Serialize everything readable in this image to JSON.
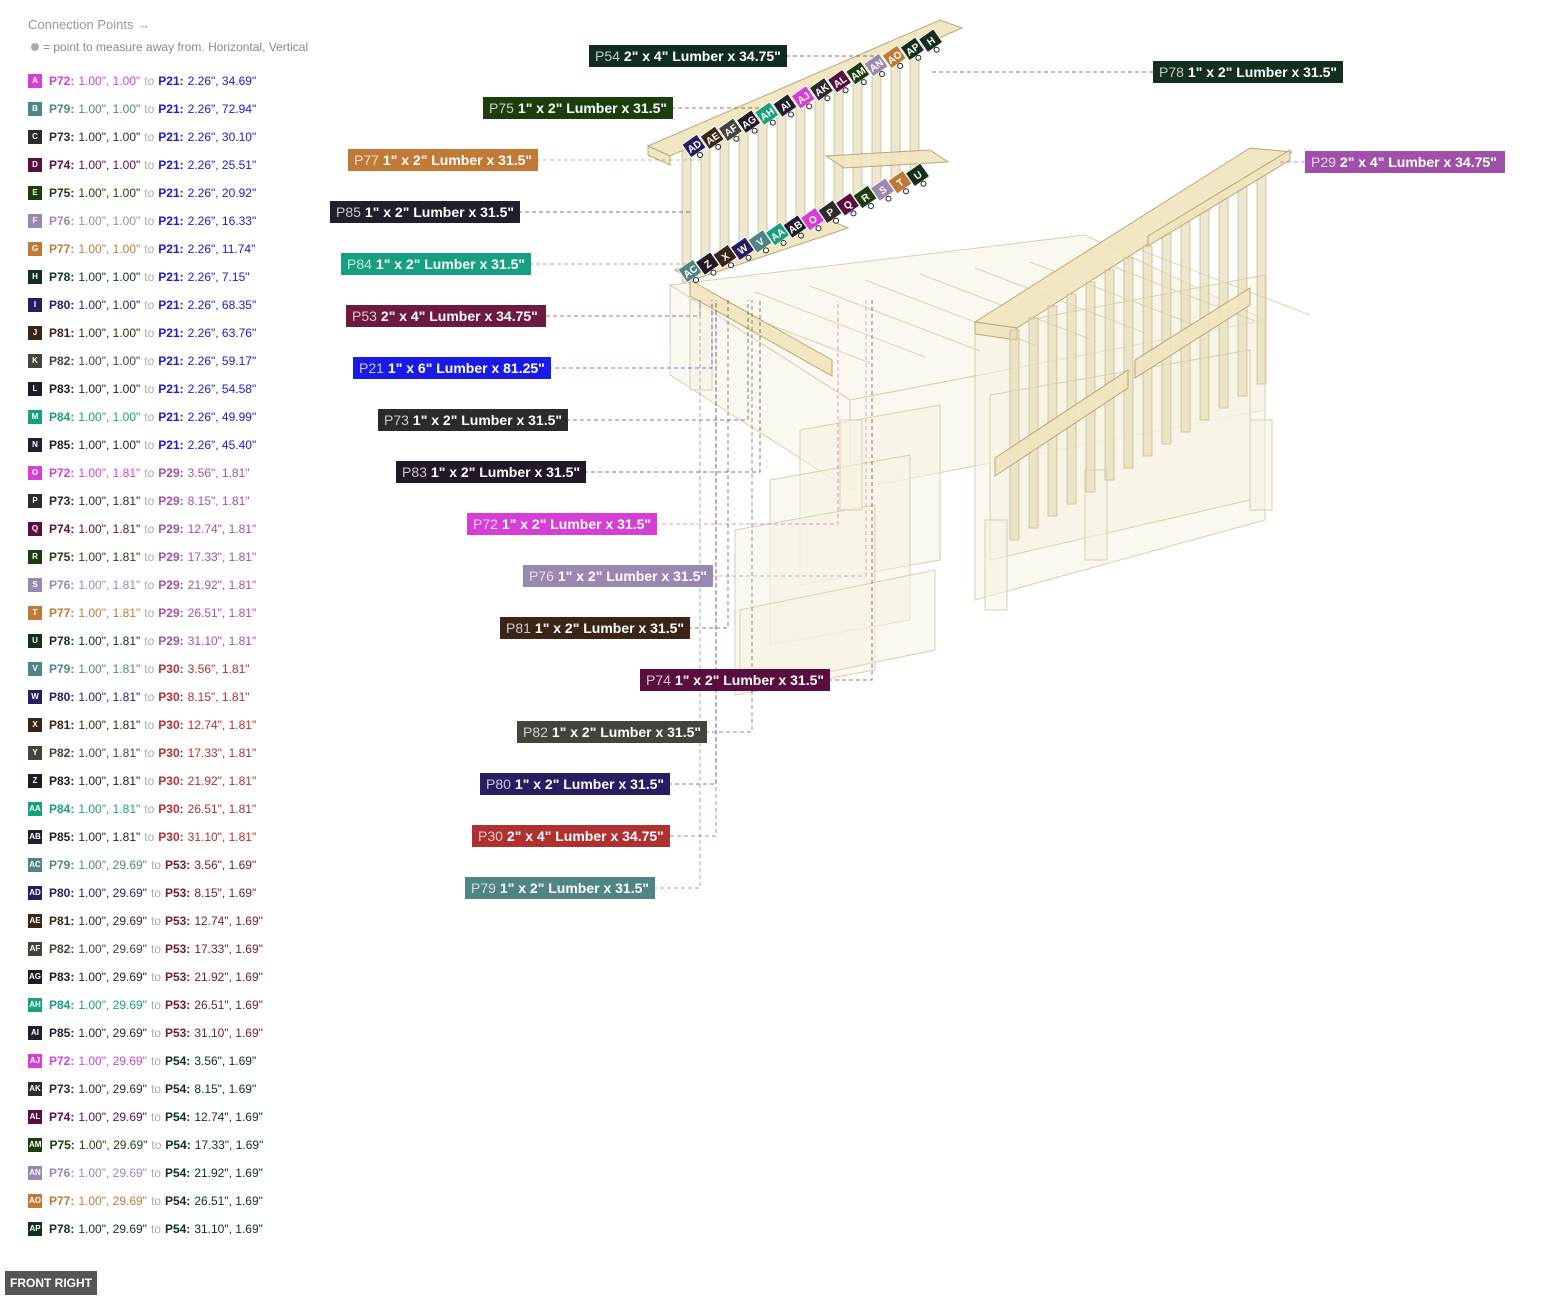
{
  "legend": {
    "title": "Connection Points →",
    "note": "= point to measure away from. Horizontal, Vertical",
    "rows": [
      {
        "code": "A",
        "a": "P72:",
        "a_val": "1.00\", 1.00\"",
        "to": "to",
        "b": "P21:",
        "b_val": "2.26\", 34.69\"",
        "ac": "#d63fd6",
        "bc": "#1a1acc"
      },
      {
        "code": "B",
        "a": "P79:",
        "a_val": "1.00\", 1.00\"",
        "to": "to",
        "b": "P21:",
        "b_val": "2.26\", 72.94\"",
        "ac": "#4f8585",
        "bc": "#1a1acc"
      },
      {
        "code": "C",
        "a": "P73:",
        "a_val": "1.00\", 1.00\"",
        "to": "to",
        "b": "P21:",
        "b_val": "2.26\", 30.10\"",
        "ac": "#2b2b2b",
        "bc": "#1a1acc"
      },
      {
        "code": "D",
        "a": "P74:",
        "a_val": "1.00\", 1.00\"",
        "to": "to",
        "b": "P21:",
        "b_val": "2.26\", 25.51\"",
        "ac": "#5a0d3f",
        "bc": "#1a1acc"
      },
      {
        "code": "E",
        "a": "P75:",
        "a_val": "1.00\", 1.00\"",
        "to": "to",
        "b": "P21:",
        "b_val": "2.26\", 20.92\"",
        "ac": "#1c3d0c",
        "bc": "#1a1acc"
      },
      {
        "code": "F",
        "a": "P76:",
        "a_val": "1.00\", 1.00\"",
        "to": "to",
        "b": "P21:",
        "b_val": "2.26\", 16.33\"",
        "ac": "#9a88b2",
        "bc": "#1a1acc"
      },
      {
        "code": "G",
        "a": "P77:",
        "a_val": "1.00\", 1.00\"",
        "to": "to",
        "b": "P21:",
        "b_val": "2.26\", 11.74\"",
        "ac": "#c07a35",
        "bc": "#1a1acc"
      },
      {
        "code": "H",
        "a": "P78:",
        "a_val": "1.00\", 1.00\"",
        "to": "to",
        "b": "P21:",
        "b_val": "2.26\", 7.15\"",
        "ac": "#12301c",
        "bc": "#1a1acc"
      },
      {
        "code": "I",
        "a": "P80:",
        "a_val": "1.00\", 1.00\"",
        "to": "to",
        "b": "P21:",
        "b_val": "2.26\", 68.35\"",
        "ac": "#2a1b62",
        "bc": "#1a1acc"
      },
      {
        "code": "J",
        "a": "P81:",
        "a_val": "1.00\", 1.00\"",
        "to": "to",
        "b": "P21:",
        "b_val": "2.26\", 63.76\"",
        "ac": "#3a2516",
        "bc": "#1a1acc"
      },
      {
        "code": "K",
        "a": "P82:",
        "a_val": "1.00\", 1.00\"",
        "to": "to",
        "b": "P21:",
        "b_val": "2.26\", 59.17\"",
        "ac": "#44443a",
        "bc": "#1a1acc"
      },
      {
        "code": "L",
        "a": "P83:",
        "a_val": "1.00\", 1.00\"",
        "to": "to",
        "b": "P21:",
        "b_val": "2.26\", 54.58\"",
        "ac": "#221827",
        "bc": "#1a1acc"
      },
      {
        "code": "M",
        "a": "P84:",
        "a_val": "1.00\", 1.00\"",
        "to": "to",
        "b": "P21:",
        "b_val": "2.26\", 49.99\"",
        "ac": "#16a07e",
        "bc": "#1a1acc"
      },
      {
        "code": "N",
        "a": "P85:",
        "a_val": "1.00\", 1.00\"",
        "to": "to",
        "b": "P21:",
        "b_val": "2.26\", 45.40\"",
        "ac": "#1f1f2e",
        "bc": "#1a1acc"
      },
      {
        "code": "O",
        "a": "P72:",
        "a_val": "1.00\", 1.81\"",
        "to": "to",
        "b": "P29:",
        "b_val": "3.56\", 1.81\"",
        "ac": "#d63fd6",
        "bc": "#a050a8"
      },
      {
        "code": "P",
        "a": "P73:",
        "a_val": "1.00\", 1.81\"",
        "to": "to",
        "b": "P29:",
        "b_val": "8.15\", 1.81\"",
        "ac": "#2b2b2b",
        "bc": "#a050a8"
      },
      {
        "code": "Q",
        "a": "P74:",
        "a_val": "1.00\", 1.81\"",
        "to": "to",
        "b": "P29:",
        "b_val": "12.74\", 1.81\"",
        "ac": "#5a0d3f",
        "bc": "#a050a8"
      },
      {
        "code": "R",
        "a": "P75:",
        "a_val": "1.00\", 1.81\"",
        "to": "to",
        "b": "P29:",
        "b_val": "17.33\", 1.81\"",
        "ac": "#1c3d0c",
        "bc": "#a050a8"
      },
      {
        "code": "S",
        "a": "P76:",
        "a_val": "1.00\", 1.81\"",
        "to": "to",
        "b": "P29:",
        "b_val": "21.92\", 1.81\"",
        "ac": "#9a88b2",
        "bc": "#a050a8"
      },
      {
        "code": "T",
        "a": "P77:",
        "a_val": "1.00\", 1.81\"",
        "to": "to",
        "b": "P29:",
        "b_val": "26.51\", 1.81\"",
        "ac": "#c07a35",
        "bc": "#a050a8"
      },
      {
        "code": "U",
        "a": "P78:",
        "a_val": "1.00\", 1.81\"",
        "to": "to",
        "b": "P29:",
        "b_val": "31.10\", 1.81\"",
        "ac": "#12301c",
        "bc": "#a050a8"
      },
      {
        "code": "V",
        "a": "P79:",
        "a_val": "1.00\", 1.81\"",
        "to": "to",
        "b": "P30:",
        "b_val": "3.56\", 1.81\"",
        "ac": "#4f8585",
        "bc": "#b03030"
      },
      {
        "code": "W",
        "a": "P80:",
        "a_val": "1.00\", 1.81\"",
        "to": "to",
        "b": "P30:",
        "b_val": "8.15\", 1.81\"",
        "ac": "#2a1b62",
        "bc": "#b03030"
      },
      {
        "code": "X",
        "a": "P81:",
        "a_val": "1.00\", 1.81\"",
        "to": "to",
        "b": "P30:",
        "b_val": "12.74\", 1.81\"",
        "ac": "#3a2516",
        "bc": "#b03030"
      },
      {
        "code": "Y",
        "a": "P82:",
        "a_val": "1.00\", 1.81\"",
        "to": "to",
        "b": "P30:",
        "b_val": "17.33\", 1.81\"",
        "ac": "#44443a",
        "bc": "#b03030"
      },
      {
        "code": "Z",
        "a": "P83:",
        "a_val": "1.00\", 1.81\"",
        "to": "to",
        "b": "P30:",
        "b_val": "21.92\", 1.81\"",
        "ac": "#221827",
        "bc": "#b03030"
      },
      {
        "code": "AA",
        "a": "P84:",
        "a_val": "1.00\", 1.81\"",
        "to": "to",
        "b": "P30:",
        "b_val": "26.51\", 1.81\"",
        "ac": "#16a07e",
        "bc": "#b03030"
      },
      {
        "code": "AB",
        "a": "P85:",
        "a_val": "1.00\", 1.81\"",
        "to": "to",
        "b": "P30:",
        "b_val": "31.10\", 1.81\"",
        "ac": "#1f1f2e",
        "bc": "#b03030"
      },
      {
        "code": "AC",
        "a": "P79:",
        "a_val": "1.00\", 29.69\"",
        "to": "to",
        "b": "P53:",
        "b_val": "3.56\", 1.69\"",
        "ac": "#4f8585",
        "bc": "#6e1a3c"
      },
      {
        "code": "AD",
        "a": "P80:",
        "a_val": "1.00\", 29.69\"",
        "to": "to",
        "b": "P53:",
        "b_val": "8.15\", 1.69\"",
        "ac": "#2a1b62",
        "bc": "#6e1a3c"
      },
      {
        "code": "AE",
        "a": "P81:",
        "a_val": "1.00\", 29.69\"",
        "to": "to",
        "b": "P53:",
        "b_val": "12.74\", 1.69\"",
        "ac": "#3a2516",
        "bc": "#6e1a3c"
      },
      {
        "code": "AF",
        "a": "P82:",
        "a_val": "1.00\", 29.69\"",
        "to": "to",
        "b": "P53:",
        "b_val": "17.33\", 1.69\"",
        "ac": "#44443a",
        "bc": "#6e1a3c"
      },
      {
        "code": "AG",
        "a": "P83:",
        "a_val": "1.00\", 29.69\"",
        "to": "to",
        "b": "P53:",
        "b_val": "21.92\", 1.69\"",
        "ac": "#221827",
        "bc": "#6e1a3c"
      },
      {
        "code": "AH",
        "a": "P84:",
        "a_val": "1.00\", 29.69\"",
        "to": "to",
        "b": "P53:",
        "b_val": "26.51\", 1.69\"",
        "ac": "#16a07e",
        "bc": "#6e1a3c"
      },
      {
        "code": "AI",
        "a": "P85:",
        "a_val": "1.00\", 29.69\"",
        "to": "to",
        "b": "P53:",
        "b_val": "31.10\", 1.69\"",
        "ac": "#1f1f2e",
        "bc": "#6e1a3c"
      },
      {
        "code": "AJ",
        "a": "P72:",
        "a_val": "1.00\", 29.69\"",
        "to": "to",
        "b": "P54:",
        "b_val": "3.56\", 1.69\"",
        "ac": "#d63fd6",
        "bc": "#0f2d1e"
      },
      {
        "code": "AK",
        "a": "P73:",
        "a_val": "1.00\", 29.69\"",
        "to": "to",
        "b": "P54:",
        "b_val": "8.15\", 1.69\"",
        "ac": "#2b2b2b",
        "bc": "#0f2d1e"
      },
      {
        "code": "AL",
        "a": "P74:",
        "a_val": "1.00\", 29.69\"",
        "to": "to",
        "b": "P54:",
        "b_val": "12.74\", 1.69\"",
        "ac": "#5a0d3f",
        "bc": "#0f2d1e"
      },
      {
        "code": "AM",
        "a": "P75:",
        "a_val": "1.00\", 29.69\"",
        "to": "to",
        "b": "P54:",
        "b_val": "17.33\", 1.69\"",
        "ac": "#1c3d0c",
        "bc": "#0f2d1e"
      },
      {
        "code": "AN",
        "a": "P76:",
        "a_val": "1.00\", 29.69\"",
        "to": "to",
        "b": "P54:",
        "b_val": "21.92\", 1.69\"",
        "ac": "#9a88b2",
        "bc": "#0f2d1e"
      },
      {
        "code": "AO",
        "a": "P77:",
        "a_val": "1.00\", 29.69\"",
        "to": "to",
        "b": "P54:",
        "b_val": "26.51\", 1.69\"",
        "ac": "#c07a35",
        "bc": "#0f2d1e"
      },
      {
        "code": "AP",
        "a": "P78:",
        "a_val": "1.00\", 29.69\"",
        "to": "to",
        "b": "P54:",
        "b_val": "31.10\", 1.69\"",
        "ac": "#12301c",
        "bc": "#0f2d1e"
      }
    ]
  },
  "view_label": "FRONT RIGHT",
  "callouts": [
    {
      "id": "P54",
      "text": "2\" x 4\" Lumber  x 34.75\"",
      "color": "#0f2d1e"
    },
    {
      "id": "P78",
      "text": "1\" x 2\" Lumber x 31.5\"",
      "color": "#12301c"
    },
    {
      "id": "P75",
      "text": "1\" x 2\" Lumber x 31.5\"",
      "color": "#1c3d0c"
    },
    {
      "id": "P77",
      "text": "1\" x 2\" Lumber x 31.5\"",
      "color": "#c07a35"
    },
    {
      "id": "P29",
      "text": "2\" x 4\" Lumber  x 34.75\"",
      "color": "#a050a8"
    },
    {
      "id": "P85",
      "text": "1\" x 2\" Lumber x 31.5\"",
      "color": "#1f1f2e"
    },
    {
      "id": "P84",
      "text": "1\" x 2\" Lumber x 31.5\"",
      "color": "#16a07e"
    },
    {
      "id": "P53",
      "text": "2\" x 4\" Lumber  x 34.75\"",
      "color": "#6e1a3c"
    },
    {
      "id": "P21",
      "text": "1\" x 6\" Lumber x 81.25\"",
      "color": "#1a1ae6"
    },
    {
      "id": "P73",
      "text": "1\" x 2\" Lumber x 31.5\"",
      "color": "#2b2b2b"
    },
    {
      "id": "P83",
      "text": "1\" x 2\" Lumber x 31.5\"",
      "color": "#221827"
    },
    {
      "id": "P72",
      "text": "1\" x 2\" Lumber x 31.5\"",
      "color": "#d63fd6"
    },
    {
      "id": "P76",
      "text": "1\" x 2\" Lumber x 31.5\"",
      "color": "#9a88b2"
    },
    {
      "id": "P81",
      "text": "1\" x 2\" Lumber x 31.5\"",
      "color": "#3a2516"
    },
    {
      "id": "P74",
      "text": "1\" x 2\" Lumber x 31.5\"",
      "color": "#5a0d3f"
    },
    {
      "id": "P82",
      "text": "1\" x 2\" Lumber x 31.5\"",
      "color": "#44443a"
    },
    {
      "id": "P80",
      "text": "1\" x 2\" Lumber x 31.5\"",
      "color": "#2a1b62"
    },
    {
      "id": "P30",
      "text": "2\" x 4\" Lumber  x 34.75\"",
      "color": "#b03030"
    },
    {
      "id": "P79",
      "text": "1\" x 2\" Lumber x 31.5\"",
      "color": "#4f8585"
    }
  ],
  "markers_top": [
    "AD",
    "AE",
    "AF",
    "AG",
    "AH",
    "AI",
    "AJ",
    "AK",
    "AL",
    "AM",
    "AN",
    "AO",
    "AP",
    "H"
  ],
  "markers_mid": [
    "AC",
    "Z",
    "X",
    "W",
    "V",
    "AA",
    "AB",
    "O",
    "P",
    "Q",
    "R",
    "S",
    "T",
    "U"
  ]
}
